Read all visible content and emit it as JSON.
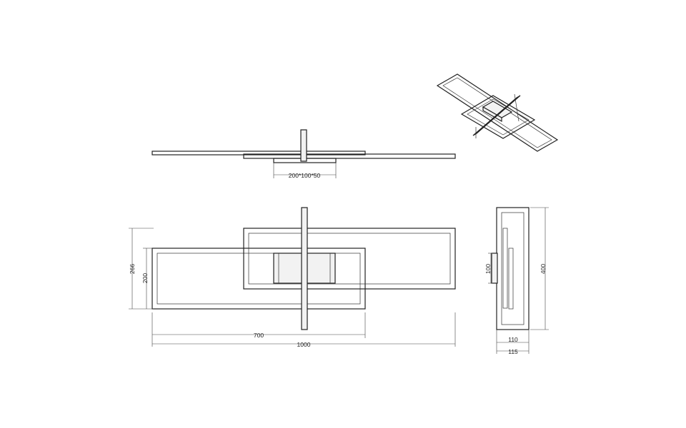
{
  "dimensions": {
    "base": "200*100*50",
    "inner_width": "700",
    "total_width": "1000",
    "frame_height": "266",
    "inner_height": "200",
    "base_depth": "100",
    "side_height": "400",
    "side_width_inner": "110",
    "side_width_outer": "115"
  }
}
